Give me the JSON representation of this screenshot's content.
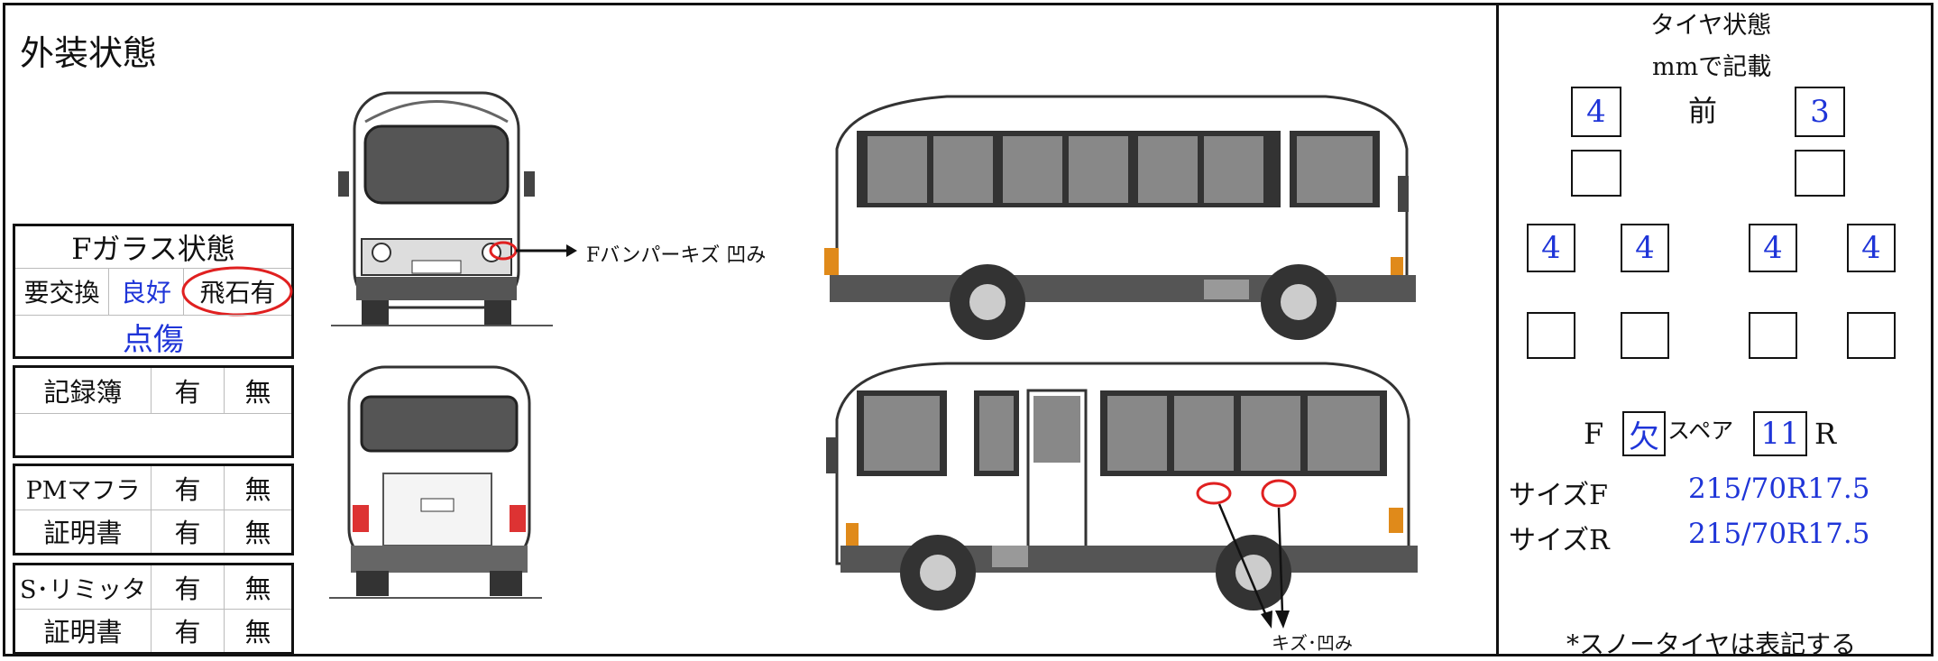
{
  "title": "外装状態",
  "glass": {
    "heading": "Fガラス状態",
    "options": [
      "要交換",
      "良好",
      "飛石有"
    ],
    "note": "点傷",
    "colors": {
      "good": "#1f35d8",
      "circle": "#e02020"
    }
  },
  "record_book": {
    "label": "記録簿",
    "yes": "有",
    "no": "無"
  },
  "pm_muffler": {
    "label": "PMマフラ",
    "yes": "有",
    "no": "無",
    "cert_label": "証明書",
    "cert_yes": "有",
    "cert_no": "無"
  },
  "speed_limiter": {
    "label": "S･リミッタ",
    "yes": "有",
    "no": "無",
    "cert_label": "証明書",
    "cert_yes": "有",
    "cert_no": "無"
  },
  "annotations": {
    "front_bumper": "Fバンパーキズ  凹み",
    "side_damage": "キズ･凹み"
  },
  "tyres": {
    "title": "タイヤ状態",
    "subtitle": "mmで記載",
    "front_label": "前",
    "front_left": "4",
    "front_right": "3",
    "rear": [
      "4",
      "4",
      "4",
      "4"
    ],
    "spare_f_prefix": "F",
    "spare_f_value": "欠",
    "spare_label": "スペア",
    "spare_r_value": "11",
    "spare_r_suffix": "R",
    "size_f_label": "サイズF",
    "size_f_value": "215/70R17.5",
    "size_r_label": "サイズR",
    "size_r_value": "215/70R17.5",
    "footnote": "*スノータイヤは表記する"
  }
}
